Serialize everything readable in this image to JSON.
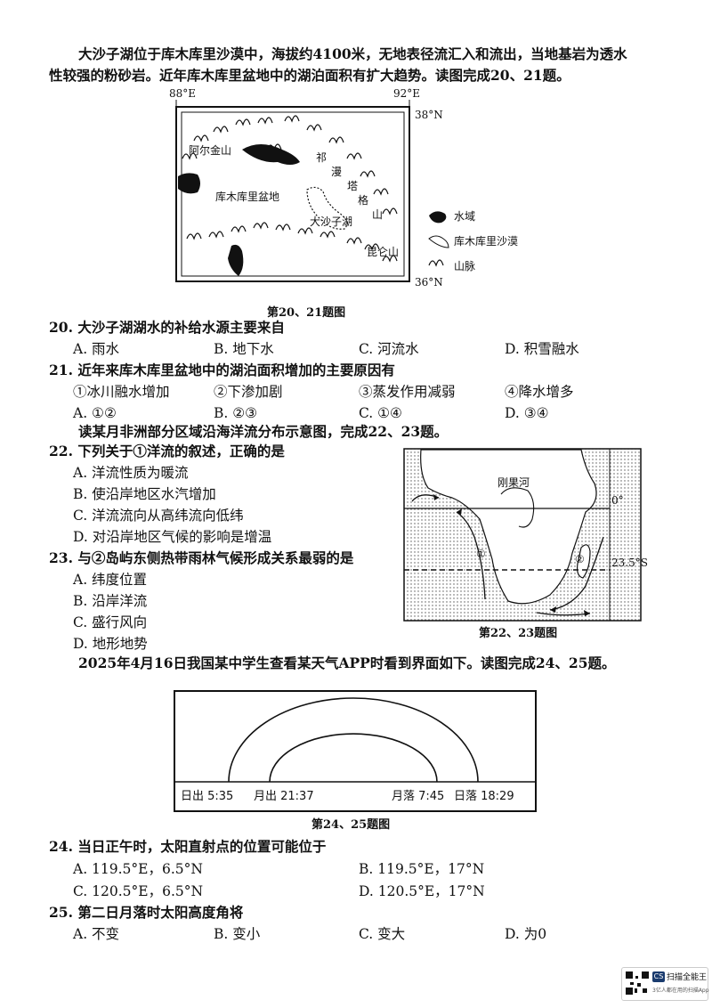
{
  "intro1": {
    "line1": "大沙子湖位于库木库里沙漠中，海拔约4100米，无地表径流汇入和流出，当地基岩为透水",
    "line2": "性较强的粉砂岩。近年库木库里盆地中的湖泊面积有扩大趋势。读图完成20、21题。"
  },
  "map1": {
    "lon_left": "88°E",
    "lon_right": "92°E",
    "lat_top": "38°N",
    "lat_bottom": "36°N",
    "labels": {
      "aerjin": "阿尔金山",
      "basin": "库木库里盆地",
      "qi": "祁",
      "man": "漫",
      "ta": "塔",
      "ge": "格",
      "shan": "山",
      "lake": "大沙子湖",
      "kunlun": "昆仑山"
    },
    "legend": {
      "water": "水域",
      "desert": "库木库里沙漠",
      "mountain": "山脉"
    },
    "caption": "第20、21题图"
  },
  "q20": {
    "stem": "20. 大沙子湖湖水的补给水源主要来自",
    "options": [
      "A. 雨水",
      "B. 地下水",
      "C. 河流水",
      "D. 积雪融水"
    ]
  },
  "q21": {
    "stem": "21. 近年来库木库里盆地中的湖泊面积增加的主要原因有",
    "items": [
      "①冰川融水增加",
      "②下渗加剧",
      "③蒸发作用减弱",
      "④降水增多"
    ],
    "options": [
      "A. ①②",
      "B. ②③",
      "C. ①④",
      "D. ③④"
    ]
  },
  "intro2": "读某月非洲部分区域沿海洋流分布示意图，完成22、23题。",
  "q22": {
    "stem": "22. 下列关于①洋流的叙述，正确的是",
    "options": [
      "A. 洋流性质为暖流",
      "B. 使沿岸地区水汽增加",
      "C. 洋流流向从高纬流向低纬",
      "D. 对沿岸地区气候的影响是增温"
    ]
  },
  "q23": {
    "stem": "23. 与②岛屿东侧热带雨林气候形成关系最弱的是",
    "options": [
      "A. 纬度位置",
      "B. 沿岸洋流",
      "C. 盛行风向",
      "D. 地形地势"
    ]
  },
  "map2": {
    "river": "刚果河",
    "equator": "0°",
    "tropic": "23.5°S",
    "current1": "①",
    "island2": "②",
    "caption": "第22、23题图"
  },
  "intro3": "2025年4月16日我国某中学生查看某天气APP时看到界面如下。读图完成24、25题。",
  "weather": {
    "sunrise": "日出 5:35",
    "moonrise": "月出 21:37",
    "moonset": "月落 7:45",
    "sunset": "日落 18:29",
    "caption": "第24、25题图"
  },
  "q24": {
    "stem": "24. 当日正午时，太阳直射点的位置可能位于",
    "options": [
      "A. 119.5°E，6.5°N",
      "B. 119.5°E，17°N",
      "C. 120.5°E，6.5°N",
      "D. 120.5°E，17°N"
    ]
  },
  "q25": {
    "stem": "25. 第二日月落时太阳高度角将",
    "options": [
      "A. 不变",
      "B. 变小",
      "C. 变大",
      "D. 为0"
    ]
  },
  "watermark": {
    "brand": "扫描全能王",
    "sub": "3亿人都在用的扫描App",
    "logo": "CS"
  }
}
